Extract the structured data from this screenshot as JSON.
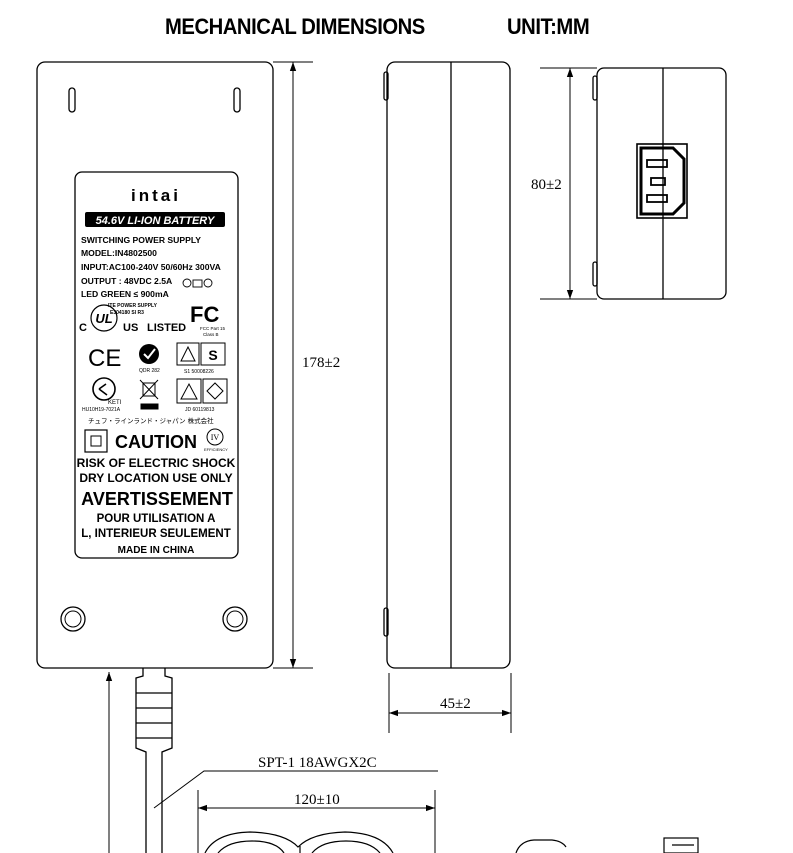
{
  "header": {
    "title": "MECHANICAL DIMENSIONS",
    "unit": "UNIT:MM"
  },
  "dimensions": {
    "length": "178±2",
    "height": "80±2",
    "width": "45±2",
    "cable_tail": "120±10",
    "cable_spec": "SPT-1 18AWGX2C"
  },
  "label": {
    "brand": "intai",
    "banner": "54.6V LI-ION BATTERY",
    "line1": "SWITCHING POWER SUPPLY",
    "line2": "MODEL:IN4802500",
    "line3": "INPUT:AC100-240V 50/60Hz 300VA",
    "line4": "OUTPUT : 48VDC 2.5A",
    "line5": "LED GREEN ≤ 900mA",
    "ul_small": "ITE POWER SUPPLY",
    "ul_file": "E304180 SI R3",
    "ul_c": "C",
    "ul_us": "US",
    "ul_listed": "LISTED",
    "fcc": "FC",
    "fcc_small": "FCC Part 15",
    "fcc_class": "Class B",
    "ce": "CE",
    "cmark_code": "QDR 282",
    "saa_code": "S1 50008226",
    "kc_text": "KETI",
    "kc_code": "HU10H19-7021A",
    "jet_code": "JD 60119813",
    "japanese": "チュフ・ラインランド・ジャパン 株式会社",
    "caution": "CAUTION",
    "eff": "IV",
    "eff_small": "EFFICIENCY",
    "risk": "RISK OF ELECTRIC SHOCK",
    "dry": "DRY LOCATION USE ONLY",
    "avert": "AVERTISSEMENT",
    "pour": "POUR UTILISATION A",
    "interieur": "L, INTERIEUR SEULEMENT",
    "made": "MADE IN CHINA"
  },
  "colors": {
    "line": "#000000",
    "background": "#ffffff",
    "label_banner": "#000000"
  }
}
